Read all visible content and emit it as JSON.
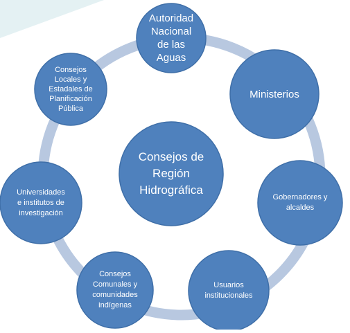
{
  "diagram": {
    "center": {
      "label": "Consejos de\nRegión\nHidrográfica"
    },
    "nodes": [
      {
        "id": "ana",
        "label": "Autoridad\nNacional\nde las\nAguas"
      },
      {
        "id": "min",
        "label": "Ministerios"
      },
      {
        "id": "gob",
        "label": "Gobernadores y\nalcaldes"
      },
      {
        "id": "usu",
        "label": "Usuarios\ninstitucionales"
      },
      {
        "id": "cc",
        "label": "Consejos\nComunales y\ncomunidades\nindígenas"
      },
      {
        "id": "uni",
        "label": "Universidades\ne institutos de\ninvestigación"
      },
      {
        "id": "clep",
        "label": "Consejos\nLocales y\nEstadales de\nPlanificación\nPública"
      }
    ]
  },
  "colors": {
    "node_fill": "#4F81BD",
    "node_stroke": "#3F6FA8",
    "ring": "#B8C8E0",
    "corner_accent": "#E4F1F3"
  }
}
